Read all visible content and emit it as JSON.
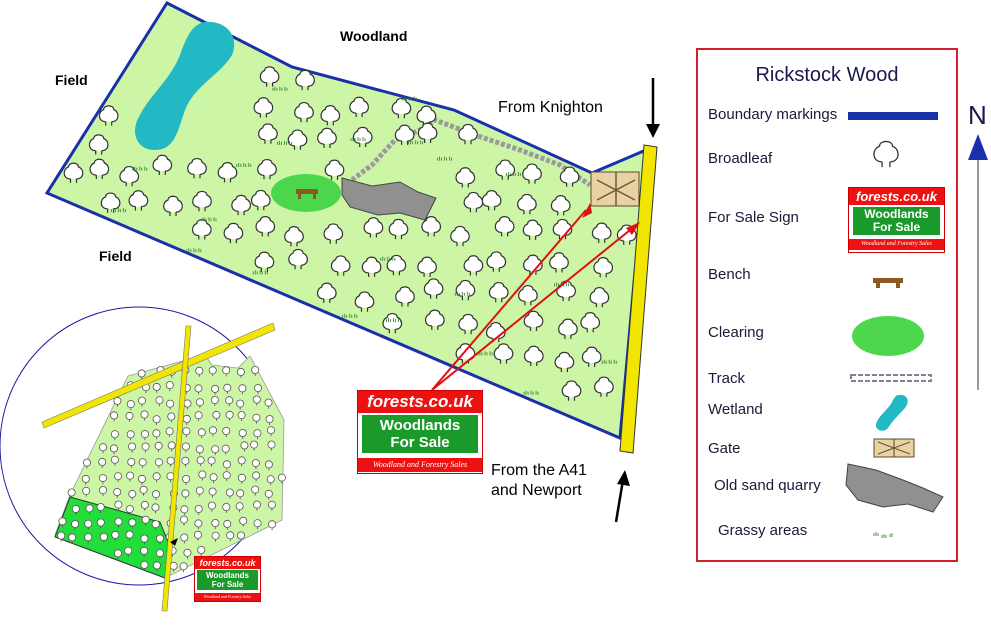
{
  "labels": {
    "woodland": "Woodland",
    "field_top": "Field",
    "field_bottom": "Field",
    "from_knighton": "From Knighton",
    "from_a41_line1": "From the A41",
    "from_a41_line2": "and Newport"
  },
  "sign_large": {
    "top": "forests.co.uk",
    "line1": "Woodlands",
    "line2": "For Sale",
    "bottom": "Woodland and Forestry Sales"
  },
  "sign_small": {
    "top": "forests.co.uk",
    "line1": "Woodlands",
    "line2": "For Sale",
    "bottom": "Woodland and Forestry Sales"
  },
  "legend": {
    "title": "Rickstock Wood",
    "items": [
      {
        "label": "Boundary markings",
        "icon": "boundary-icon"
      },
      {
        "label": "Broadleaf",
        "icon": "tree-icon"
      },
      {
        "label": "For Sale Sign",
        "icon": "sign-icon"
      },
      {
        "label": "Bench",
        "icon": "bench-icon"
      },
      {
        "label": "Clearing",
        "icon": "clearing-icon"
      },
      {
        "label": "Track",
        "icon": "track-icon"
      },
      {
        "label": "Wetland",
        "icon": "wetland-icon"
      },
      {
        "label": "Gate",
        "icon": "gate-icon"
      },
      {
        "label": "Old sand quarry",
        "icon": "quarry-icon"
      },
      {
        "label": "Grassy areas",
        "icon": "grass-icon"
      }
    ],
    "sign": {
      "top": "forests.co.uk",
      "line1": "Woodlands",
      "line2": "For Sale",
      "bottom": "Woodland and Forestry Sales"
    },
    "north": "N"
  },
  "colors": {
    "boundary": "#1a2faa",
    "woodland_fill": "#cdf5a6",
    "clearing": "#4cd64c",
    "wetland": "#22b8c4",
    "quarry": "#909090",
    "road": "#f2e600",
    "arrow_red": "#e01010",
    "legend_border": "#d4202a"
  }
}
